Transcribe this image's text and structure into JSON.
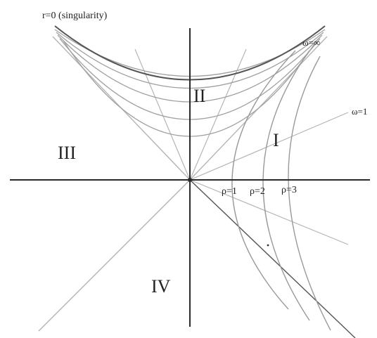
{
  "labels": {
    "singularity": "r=0 (singularity)",
    "omega_inf": "ω=∞",
    "omega_1": "ω=1",
    "region_I": "I",
    "region_II": "II",
    "region_III": "III",
    "region_IV": "IV",
    "rho_1": "ρ=1",
    "rho_2": "ρ=2",
    "rho_3": "ρ=3"
  },
  "colors": {
    "axis": "#2a2a2a",
    "curve": "#9a9a9a",
    "singularity_curve": "#555555",
    "text": "#222222"
  },
  "curves": {
    "region_I_rho": [
      1,
      2,
      3
    ],
    "region_II_count": 5
  }
}
